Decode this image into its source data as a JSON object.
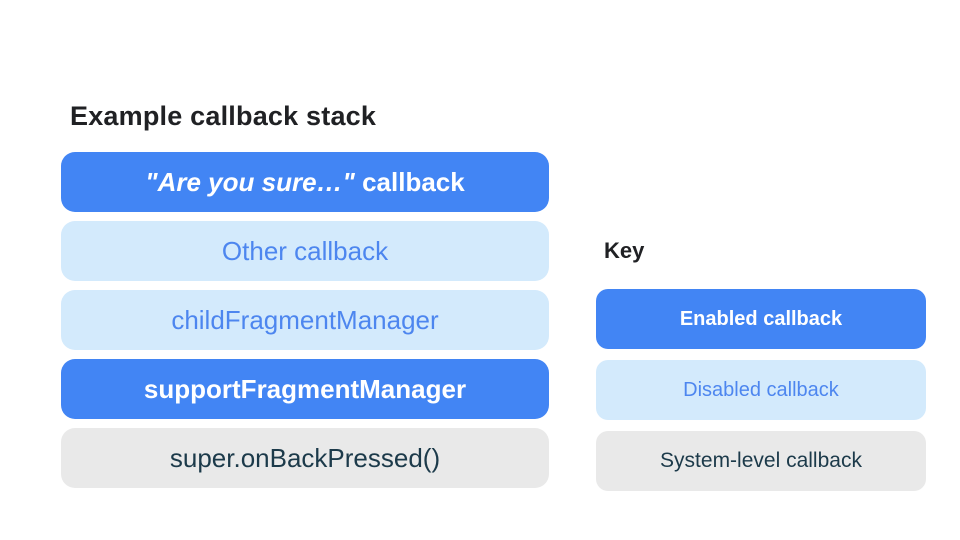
{
  "colors": {
    "enabled_fill": "#4285f4",
    "disabled_fill": "#d3eafc",
    "system_fill": "#e9e9e9",
    "enabled_text": "#ffffff",
    "disabled_text": "#4d86ef",
    "system_text": "#1c3a4a",
    "title_text": "#202124",
    "page_bg": "#ffffff"
  },
  "stack": {
    "title": "Example callback stack",
    "items": [
      {
        "label_italic": "\"Are you sure…\"",
        "label_rest": " callback",
        "type": "enabled"
      },
      {
        "label": "Other callback",
        "type": "disabled"
      },
      {
        "label": "childFragmentManager",
        "type": "disabled"
      },
      {
        "label": "supportFragmentManager",
        "type": "enabled"
      },
      {
        "label": "super.onBackPressed()",
        "type": "system"
      }
    ]
  },
  "key": {
    "title": "Key",
    "items": [
      {
        "label": "Enabled callback",
        "type": "enabled"
      },
      {
        "label": "Disabled callback",
        "type": "disabled"
      },
      {
        "label": "System-level callback",
        "type": "system"
      }
    ]
  }
}
